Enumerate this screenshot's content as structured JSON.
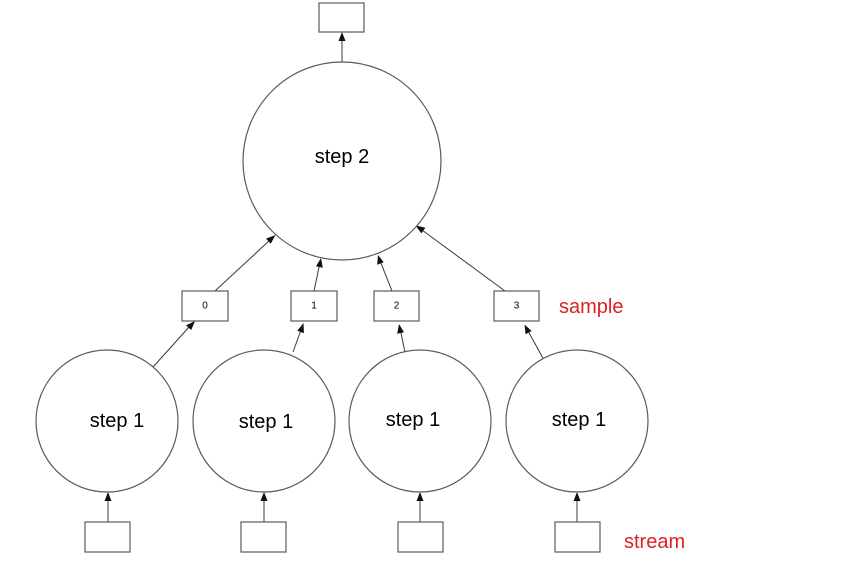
{
  "colors": {
    "annotation": "#e02020",
    "stroke": "#5a5a5a",
    "arrow": "#111111"
  },
  "top_node": {
    "label": "step 2"
  },
  "output_box": {
    "label": ""
  },
  "sample_boxes": [
    {
      "label": "0"
    },
    {
      "label": "1"
    },
    {
      "label": "2"
    },
    {
      "label": "3"
    }
  ],
  "bottom_nodes": [
    {
      "label": "step 1"
    },
    {
      "label": "step 1"
    },
    {
      "label": "step 1"
    },
    {
      "label": "step 1"
    }
  ],
  "stream_boxes": [
    {
      "label": ""
    },
    {
      "label": ""
    },
    {
      "label": ""
    },
    {
      "label": ""
    }
  ],
  "annotations": {
    "sample": "sample",
    "stream": "stream"
  }
}
